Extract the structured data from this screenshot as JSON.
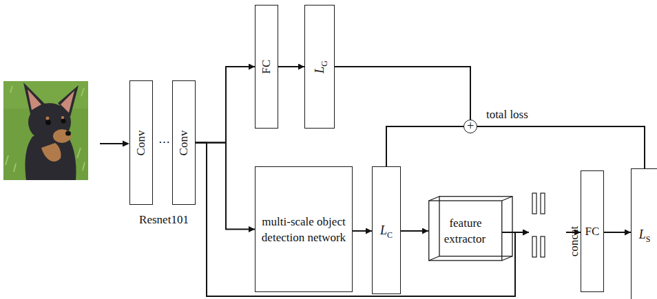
{
  "diagram": {
    "nodes": [
      {
        "text": [
          "Conv"
        ]
      },
      {
        "text": [
          "Conv"
        ]
      },
      {
        "text": [
          "FC"
        ]
      },
      {
        "text": [
          "L",
          "G"
        ]
      },
      {
        "text": [
          "+",
          "total loss"
        ]
      },
      {
        "text": [
          "multi-scale object detection network"
        ]
      },
      {
        "text": [
          "L",
          "C"
        ]
      },
      {
        "text": [
          "feature extractor"
        ]
      },
      {
        "text": [
          "concat"
        ]
      },
      {
        "text": [
          "FC"
        ]
      },
      {
        "text": [
          "L",
          "S"
        ]
      }
    ],
    "edges": [
      {
        "from": 1,
        "to": 2,
        "arrow": "to"
      },
      {
        "from": 1,
        "to": 5,
        "arrow": "to"
      },
      {
        "from": 1,
        "to": 8,
        "arrow": "to"
      },
      {
        "from": 2,
        "to": 3,
        "arrow": "to"
      },
      {
        "from": 3,
        "to": 4,
        "arrow": "none"
      },
      {
        "from": 6,
        "to": 4,
        "arrow": "none"
      },
      {
        "from": 10,
        "to": 4,
        "arrow": "none"
      },
      {
        "from": 5,
        "to": 6,
        "arrow": "to"
      },
      {
        "from": 6,
        "to": 7,
        "arrow": "to"
      },
      {
        "from": 7,
        "to": 8,
        "arrow": "to"
      },
      {
        "from": 8,
        "to": 9,
        "arrow": "to"
      },
      {
        "from": 9,
        "to": 10,
        "arrow": "to"
      }
    ],
    "labels": [
      "⋯",
      "Resnet101"
    ]
  }
}
